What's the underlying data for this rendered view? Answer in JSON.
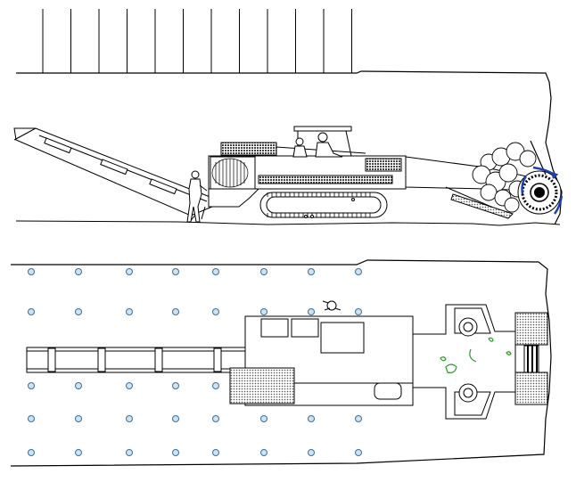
{
  "diagram": {
    "title": "",
    "views": [
      "side-elevation",
      "plan-view"
    ],
    "colors": {
      "line": "#000000",
      "bolt_fill": "#cfe3f3",
      "bolt_stroke": "#3a6f9a",
      "rotation_arrow": "#1f3fb0",
      "debris": "#2a9a2a",
      "hatch": "#9a9a9a"
    },
    "roof_bolt_count_side": 12,
    "plan_bolt_rows": 6,
    "plan_bolt_columns": 8
  }
}
